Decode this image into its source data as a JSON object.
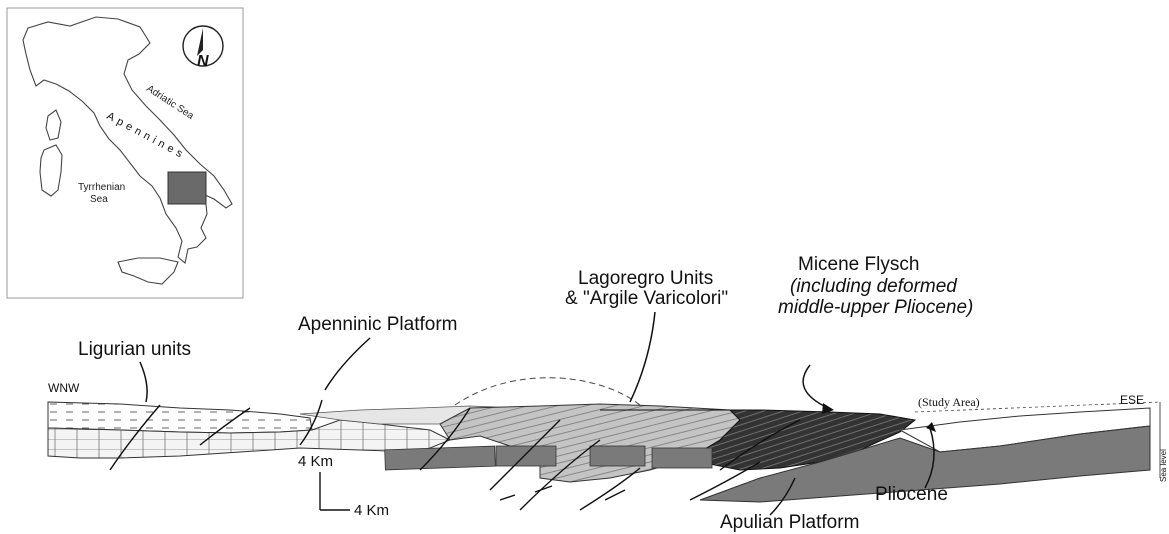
{
  "inset_map": {
    "compass": "N",
    "labels": {
      "adriatic": "Adriatic Sea",
      "apennines": "Apennines",
      "tyrrhenian_line1": "Tyrrhenian",
      "tyrrhenian_line2": "Sea"
    }
  },
  "section": {
    "ends": {
      "west": "WNW",
      "east": "ESE"
    },
    "labels": {
      "ligurian": "Ligurian units",
      "apenninic": "Apenninic Platform",
      "lagonegro_line1": "Lagoregro Units",
      "lagonegro_line2": "& \"Argile Varicolori\"",
      "miocene_line1": "Micene Flysch",
      "miocene_line2": "(including deformed",
      "miocene_line3": "middle-upper Pliocene)",
      "study_area": "(Study Area)",
      "sea_level": "Sea level",
      "pliocene": "Pliocene",
      "apulian": "Apulian Platform"
    },
    "scale": {
      "vertical": "4 Km",
      "horizontal": "4 Km"
    }
  },
  "colors": {
    "apulian_platform": "#7a7a7a",
    "flysch": "#2a2a2a",
    "lagonegro": "#b8b8b8",
    "ligurian": "#f2f2f2",
    "study_box": "#6a6a6a"
  }
}
